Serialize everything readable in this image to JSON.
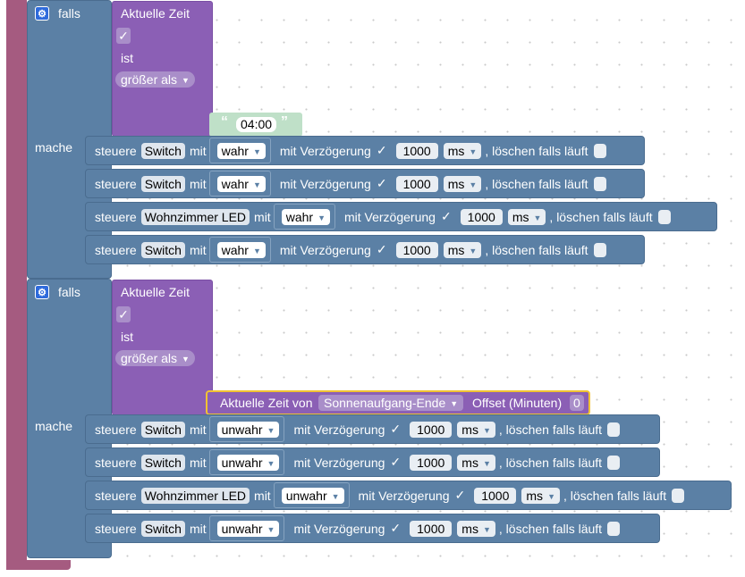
{
  "blocks": [
    {
      "if_label": "falls",
      "do_label": "mache",
      "compare": {
        "left": "Aktuelle Zeit",
        "check": "✓",
        "is_label": "ist",
        "operator": "größer als"
      },
      "right_string": "04:00",
      "rows": [
        {
          "verb": "steuere",
          "device": "Switch",
          "with": "mit",
          "value": "wahr",
          "delay_label": "mit Verzögerung",
          "delay_check": "✓",
          "delay_value": "1000",
          "unit": "ms",
          "clear_label": ", löschen falls läuft"
        },
        {
          "verb": "steuere",
          "device": "Switch",
          "with": "mit",
          "value": "wahr",
          "delay_label": "mit Verzögerung",
          "delay_check": "✓",
          "delay_value": "1000",
          "unit": "ms",
          "clear_label": ", löschen falls läuft"
        },
        {
          "verb": "steuere",
          "device": "Wohnzimmer LED",
          "with": "mit",
          "value": "wahr",
          "delay_label": "mit Verzögerung",
          "delay_check": "✓",
          "delay_value": "1000",
          "unit": "ms",
          "clear_label": ", löschen falls läuft"
        },
        {
          "verb": "steuere",
          "device": "Switch",
          "with": "mit",
          "value": "wahr",
          "delay_label": "mit Verzögerung",
          "delay_check": "✓",
          "delay_value": "1000",
          "unit": "ms",
          "clear_label": ", löschen falls läuft"
        }
      ]
    },
    {
      "if_label": "falls",
      "do_label": "mache",
      "compare": {
        "left": "Aktuelle Zeit",
        "check": "✓",
        "is_label": "ist",
        "operator": "größer als"
      },
      "astro": {
        "prefix": "Aktuelle Zeit von",
        "event": "Sonnenaufgang-Ende",
        "offset_label": "Offset (Minuten)",
        "offset": "0"
      },
      "rows": [
        {
          "verb": "steuere",
          "device": "Switch",
          "with": "mit",
          "value": "unwahr",
          "delay_label": "mit Verzögerung",
          "delay_check": "✓",
          "delay_value": "1000",
          "unit": "ms",
          "clear_label": ", löschen falls läuft"
        },
        {
          "verb": "steuere",
          "device": "Switch",
          "with": "mit",
          "value": "unwahr",
          "delay_label": "mit Verzögerung",
          "delay_check": "✓",
          "delay_value": "1000",
          "unit": "ms",
          "clear_label": ", löschen falls läuft"
        },
        {
          "verb": "steuere",
          "device": "Wohnzimmer LED",
          "with": "mit",
          "value": "unwahr",
          "delay_label": "mit Verzögerung",
          "delay_check": "✓",
          "delay_value": "1000",
          "unit": "ms",
          "clear_label": ", löschen falls läuft"
        },
        {
          "verb": "steuere",
          "device": "Switch",
          "with": "mit",
          "value": "unwahr",
          "delay_label": "mit Verzögerung",
          "delay_check": "✓",
          "delay_value": "1000",
          "unit": "ms",
          "clear_label": ", löschen falls läuft"
        }
      ]
    }
  ],
  "icons": {
    "gear": "gear-icon",
    "dropdown": "triangle-down-icon"
  },
  "colors": {
    "outer_bracket": "#a55b80",
    "logic_block": "#5b80a5",
    "compare_block": "#8b5fb5",
    "string_block": "#bfe0c8",
    "selection_highlight": "#f1c232"
  }
}
